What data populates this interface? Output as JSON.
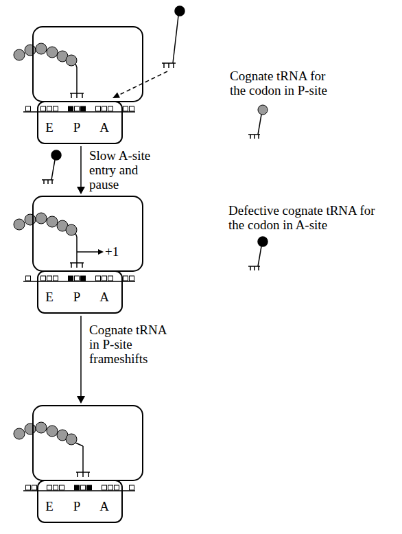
{
  "diagram": {
    "nodes": [
      {
        "text": [
          "E",
          "P",
          "A"
        ]
      },
      {
        "text": [
          "E",
          "P",
          "A"
        ]
      },
      {
        "text": [
          "E",
          "P",
          "A"
        ]
      }
    ],
    "edges": [
      {
        "from": 0,
        "to": 1,
        "arrow": "to",
        "label": "Slow A-site entry and pause"
      },
      {
        "from": 1,
        "to": 2,
        "arrow": "to",
        "label": "Cognate tRNA in P-site frameshifts"
      }
    ],
    "labels": [
      "+1"
    ],
    "legend": [
      {
        "text": "Cognate tRNA for the codon in P-site"
      },
      {
        "text": "Defective cognate tRNA for the codon in A-site"
      }
    ]
  }
}
